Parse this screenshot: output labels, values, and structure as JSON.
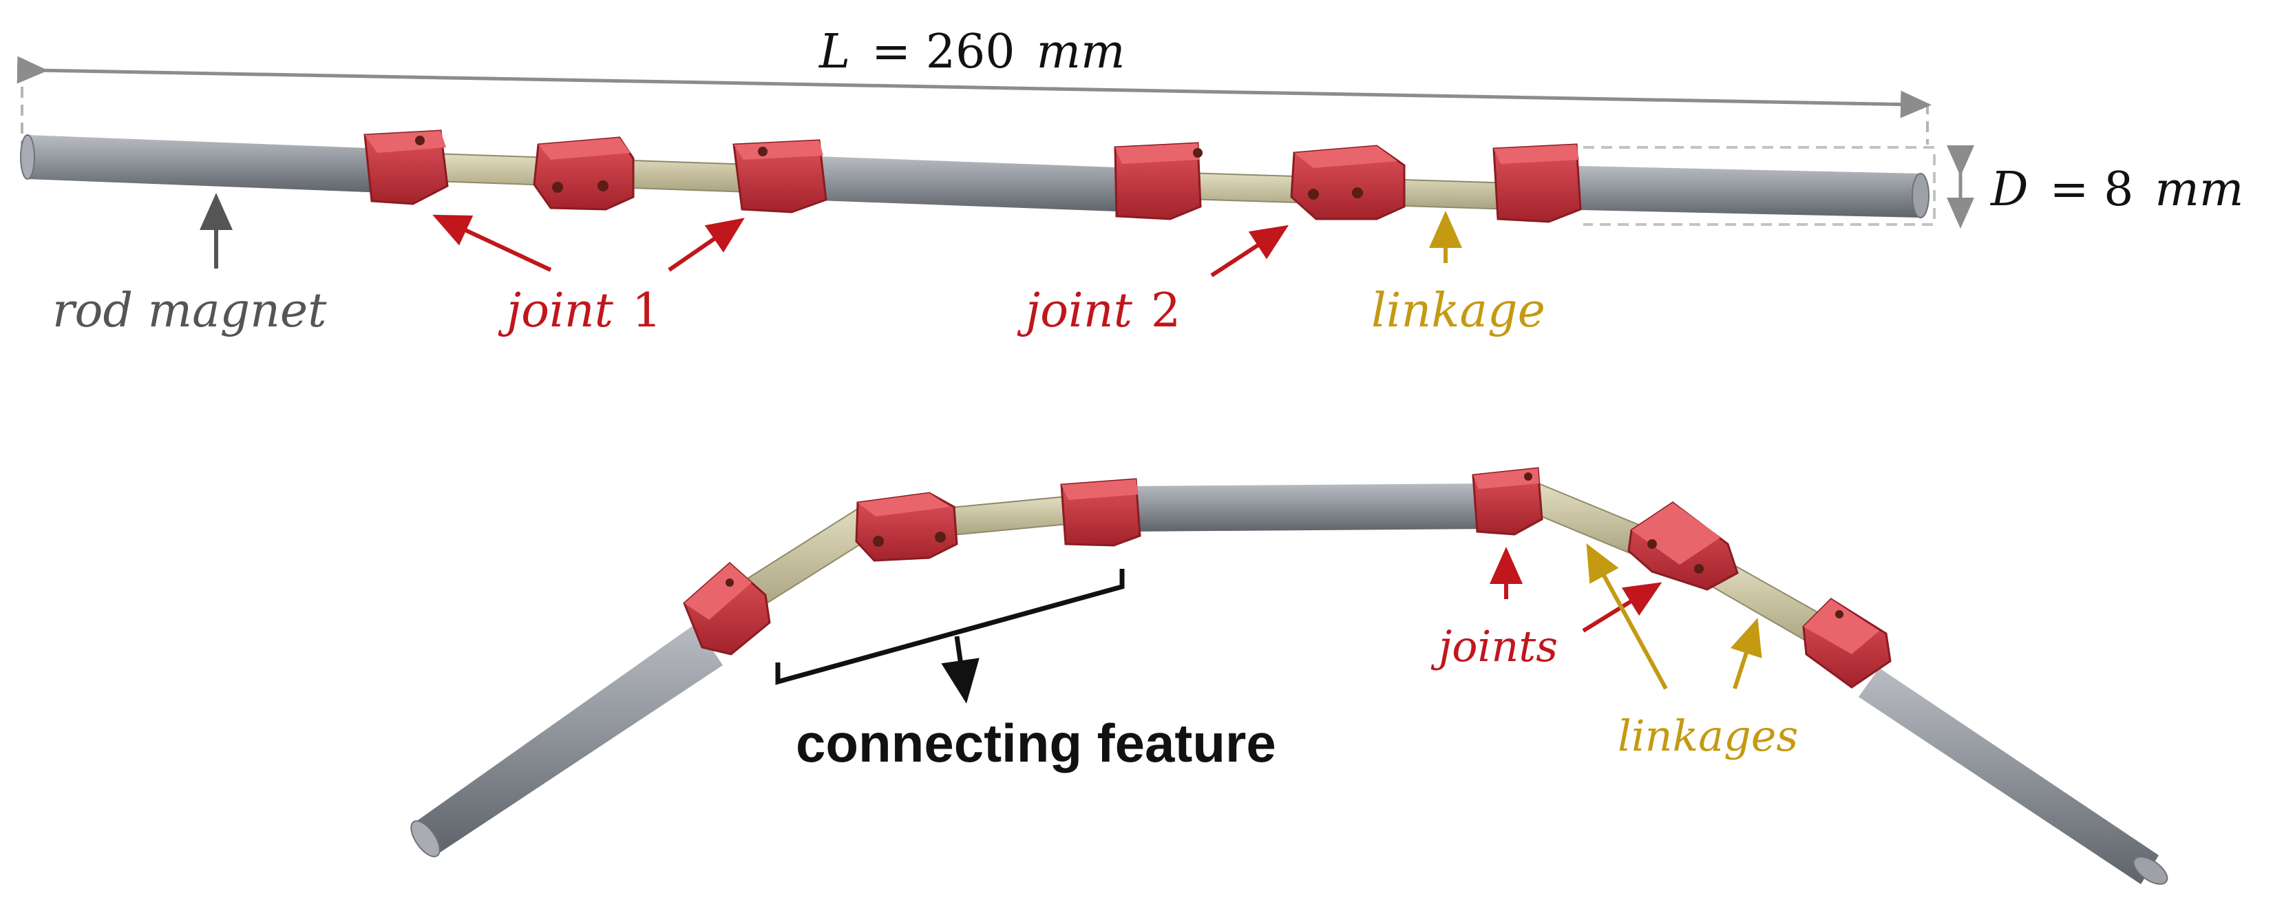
{
  "labels": {
    "length_var": "L",
    "length_eq": "= 260",
    "length_unit": "mm",
    "diam_var": "D",
    "diam_eq": "= 8",
    "diam_unit": "mm",
    "rod_magnet": "rod magnet",
    "joint1_word": "joint",
    "joint1_num": "1",
    "joint2_word": "joint",
    "joint2_num": "2",
    "linkage": "linkage",
    "connecting_feature": "connecting feature",
    "joints": "joints",
    "linkages": "linkages"
  },
  "colors": {
    "rod": "#8a8e95",
    "joint": "#c8303a",
    "linkage": "#cdc7a4",
    "dimension": "#8c8c8c",
    "label_gray": "#555555",
    "label_red": "#c0161c",
    "label_gold": "#c49a12",
    "label_black": "#111111"
  }
}
